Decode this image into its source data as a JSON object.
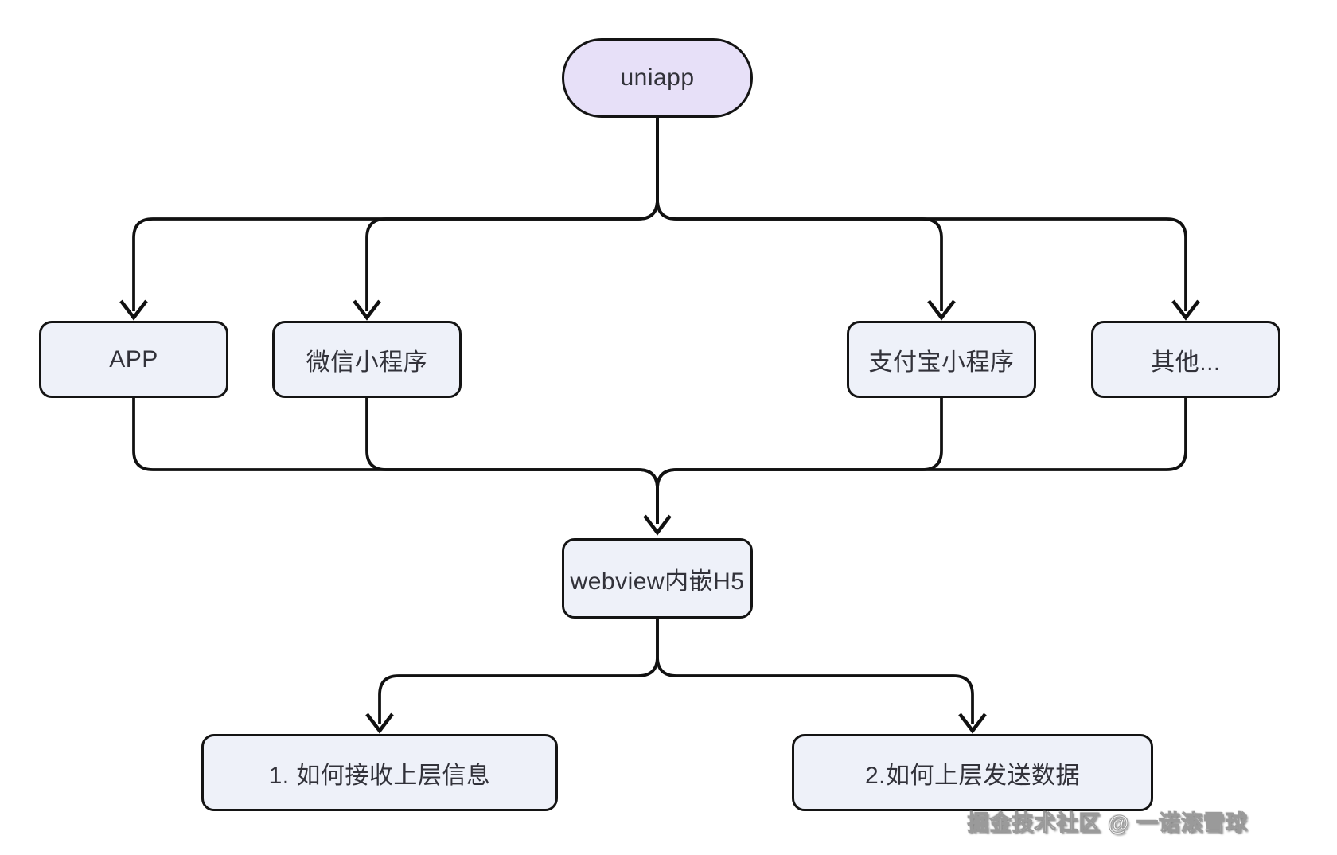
{
  "diagram": {
    "nodes": {
      "uniapp": {
        "label": "uniapp",
        "shape": "stadium",
        "fill": "#e7e0f8"
      },
      "app": {
        "label": "APP",
        "shape": "rect",
        "fill": "#eef1f9"
      },
      "wechat": {
        "label": "微信小程序",
        "shape": "rect",
        "fill": "#eef1f9"
      },
      "alipay": {
        "label": "支付宝小程序",
        "shape": "rect",
        "fill": "#eef1f9"
      },
      "other": {
        "label": "其他...",
        "shape": "rect",
        "fill": "#eef1f9"
      },
      "webview": {
        "label": "webview内嵌H5",
        "shape": "rect",
        "fill": "#eef1f9"
      },
      "q1": {
        "label": "1. 如何接收上层信息",
        "shape": "rect",
        "fill": "#eef1f9"
      },
      "q2": {
        "label": "2.如何上层发送数据",
        "shape": "rect",
        "fill": "#eef1f9"
      }
    },
    "edges": [
      {
        "from": "uniapp",
        "to": "app"
      },
      {
        "from": "uniapp",
        "to": "wechat"
      },
      {
        "from": "uniapp",
        "to": "alipay"
      },
      {
        "from": "uniapp",
        "to": "other"
      },
      {
        "from": "app",
        "to": "webview"
      },
      {
        "from": "wechat",
        "to": "webview"
      },
      {
        "from": "alipay",
        "to": "webview"
      },
      {
        "from": "other",
        "to": "webview"
      },
      {
        "from": "webview",
        "to": "q1"
      },
      {
        "from": "webview",
        "to": "q2"
      }
    ],
    "colors": {
      "line": "#111111",
      "node_border": "#141414",
      "node_fill": "#eef1f9",
      "stadium_fill": "#e7e0f8",
      "text": "#32323a",
      "background": "#ffffff"
    }
  },
  "watermark": {
    "text": "掘金技术社区 @ 一诺滚雪球"
  }
}
